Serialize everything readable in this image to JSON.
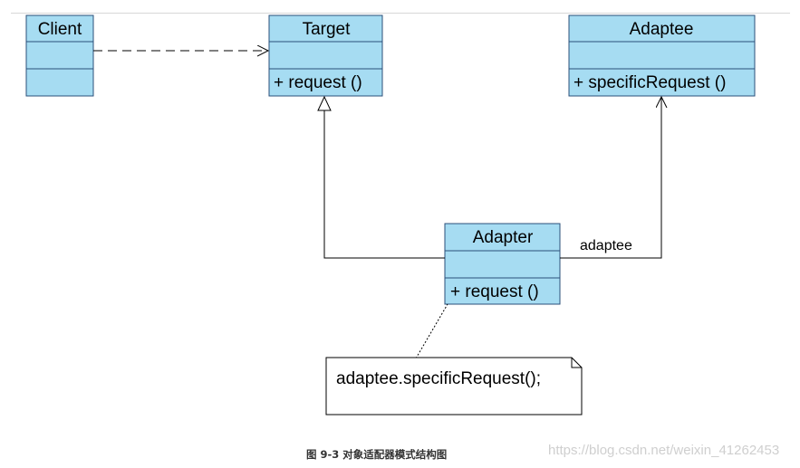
{
  "diagram": {
    "type": "uml-class-diagram",
    "classes": {
      "client": {
        "name": "Client",
        "operation": ""
      },
      "target": {
        "name": "Target",
        "operation": "+ request ()"
      },
      "adaptee": {
        "name": "Adaptee",
        "operation": "+ specificRequest ()"
      },
      "adapter": {
        "name": "Adapter",
        "operation": "+ request ()"
      }
    },
    "association_role": "adaptee",
    "note": "adaptee.specificRequest();",
    "relations": [
      {
        "from": "Client",
        "to": "Target",
        "kind": "dependency"
      },
      {
        "from": "Adapter",
        "to": "Target",
        "kind": "generalization"
      },
      {
        "from": "Adapter",
        "to": "Adaptee",
        "kind": "association",
        "role": "adaptee"
      },
      {
        "from": "note",
        "to": "Adapter",
        "kind": "note-anchor"
      }
    ],
    "colors": {
      "class_fill": "#a6dcf2",
      "class_border": "#2b4f7a",
      "line": "#000000"
    }
  },
  "caption": "图 9-3 对象适配器模式结构图",
  "watermark": "https://blog.csdn.net/weixin_41262453"
}
